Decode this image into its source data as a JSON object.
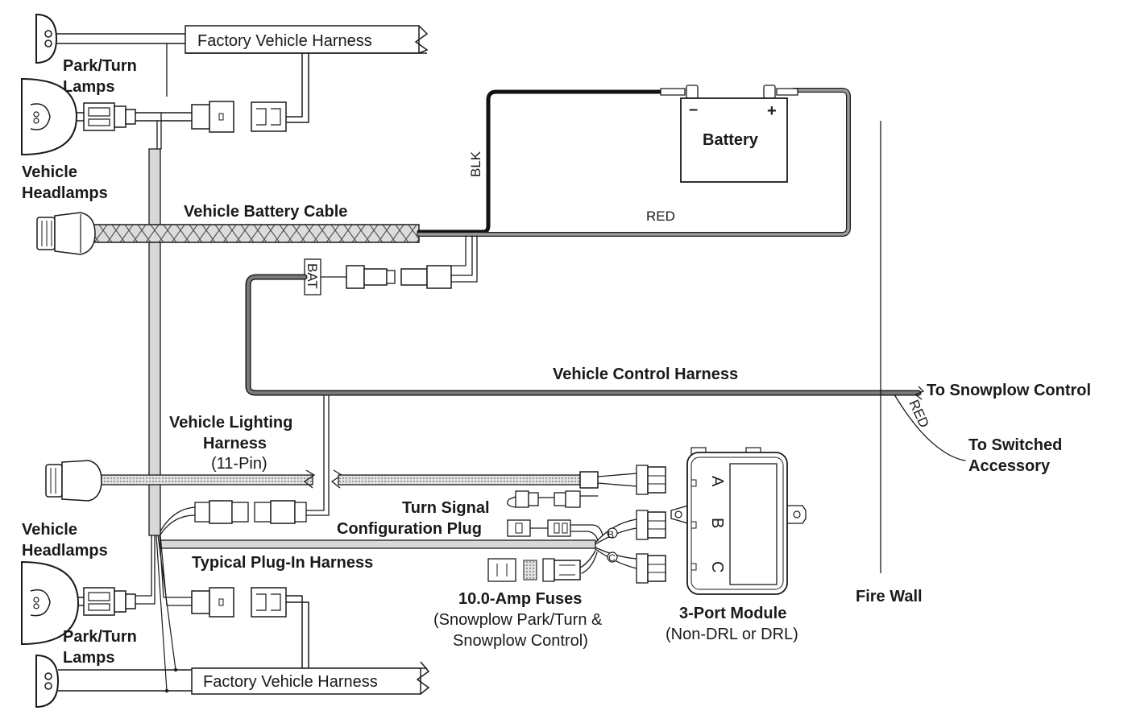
{
  "labels": {
    "factory_harness_top": "Factory Vehicle Harness",
    "factory_harness_bottom": "Factory Vehicle Harness",
    "park_turn_top_1": "Park/Turn",
    "park_turn_top_2": "Lamps",
    "headlamps_top_1": "Vehicle",
    "headlamps_top_2": "Headlamps",
    "battery_cable": "Vehicle Battery Cable",
    "battery": "Battery",
    "battery_neg": "–",
    "battery_pos": "+",
    "blk": "BLK",
    "red_top": "RED",
    "bat": "BAT",
    "control_harness": "Vehicle Control Harness",
    "to_snowplow_control": "To Snowplow Control",
    "red_side": "RED",
    "to_switched_1": "To Switched",
    "to_switched_2": "Accessory",
    "lighting_harness_1": "Vehicle Lighting",
    "lighting_harness_2": "Harness",
    "lighting_harness_3": "(11-Pin)",
    "turn_signal_1": "Turn Signal",
    "turn_signal_2": "Configuration Plug",
    "headlamps_bottom_1": "Vehicle",
    "headlamps_bottom_2": "Headlamps",
    "plugin_harness": "Typical Plug-In Harness",
    "fuses_1": "10.0-Amp Fuses",
    "fuses_2": "(Snowplow Park/Turn &",
    "fuses_3": "Snowplow Control)",
    "module_1": "3-Port Module",
    "module_2": "(Non-DRL or DRL)",
    "port_a": "A",
    "port_b": "B",
    "port_c": "C",
    "junction_b": "B",
    "junction_c": "C",
    "park_turn_bottom_1": "Park/Turn",
    "park_turn_bottom_2": "Lamps",
    "fire_wall": "Fire Wall"
  },
  "colors": {
    "line": "#1a1a1a",
    "cable_gray": "#8a8a8a",
    "cable_black": "#111111",
    "braid_fill": "#d6d6d6",
    "dotted_fill": "#c9c9c9"
  }
}
